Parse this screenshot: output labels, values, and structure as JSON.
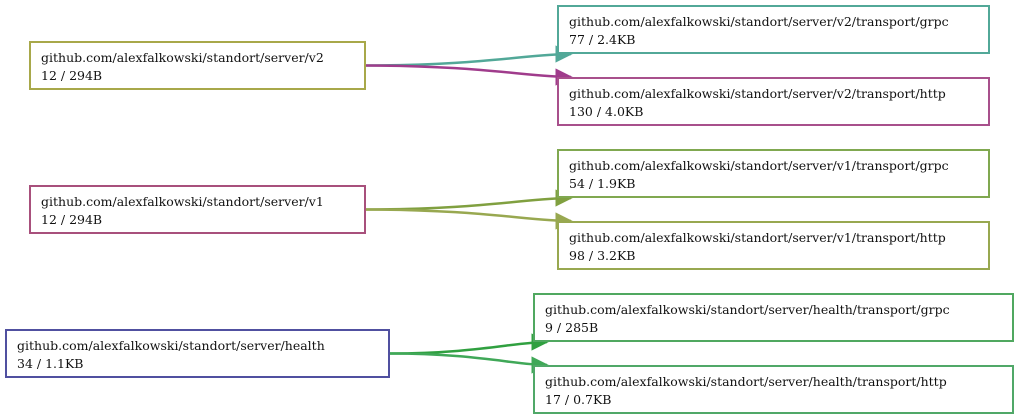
{
  "nodes": {
    "server_v2": {
      "label": "github.com/alexfalkowski/standort/server/v2",
      "stats": "12 / 294B",
      "color": "#a8a84a"
    },
    "server_v2_grpc": {
      "label": "github.com/alexfalkowski/standort/server/v2/transport/grpc",
      "stats": "77 / 2.4KB",
      "color": "#52a898"
    },
    "server_v2_http": {
      "label": "github.com/alexfalkowski/standort/server/v2/transport/http",
      "stats": "130 / 4.0KB",
      "color": "#a8508c"
    },
    "server_v1": {
      "label": "github.com/alexfalkowski/standort/server/v1",
      "stats": "12 / 294B",
      "color": "#a8507c"
    },
    "server_v1_grpc": {
      "label": "github.com/alexfalkowski/standort/server/v1/transport/grpc",
      "stats": "54 / 1.9KB",
      "color": "#80a850"
    },
    "server_v1_http": {
      "label": "github.com/alexfalkowski/standort/server/v1/transport/http",
      "stats": "98 / 3.2KB",
      "color": "#98a850"
    },
    "server_health": {
      "label": "github.com/alexfalkowski/standort/server/health",
      "stats": "34 / 1.1KB",
      "color": "#5050a0"
    },
    "server_health_grpc": {
      "label": "github.com/alexfalkowski/standort/server/health/transport/grpc",
      "stats": "9 / 285B",
      "color": "#50a860"
    },
    "server_health_http": {
      "label": "github.com/alexfalkowski/standort/server/health/transport/http",
      "stats": "17 / 0.7KB",
      "color": "#50a868"
    }
  },
  "edges": [
    {
      "from": "server_v2",
      "to": "server_v2_grpc",
      "color": "#52a898"
    },
    {
      "from": "server_v2",
      "to": "server_v2_http",
      "color": "#a03c8c"
    },
    {
      "from": "server_v1",
      "to": "server_v1_grpc",
      "color": "#80a040"
    },
    {
      "from": "server_v1",
      "to": "server_v1_http",
      "color": "#98a850"
    },
    {
      "from": "server_health",
      "to": "server_health_grpc",
      "color": "#30a040"
    },
    {
      "from": "server_health",
      "to": "server_health_http",
      "color": "#40a858"
    }
  ]
}
